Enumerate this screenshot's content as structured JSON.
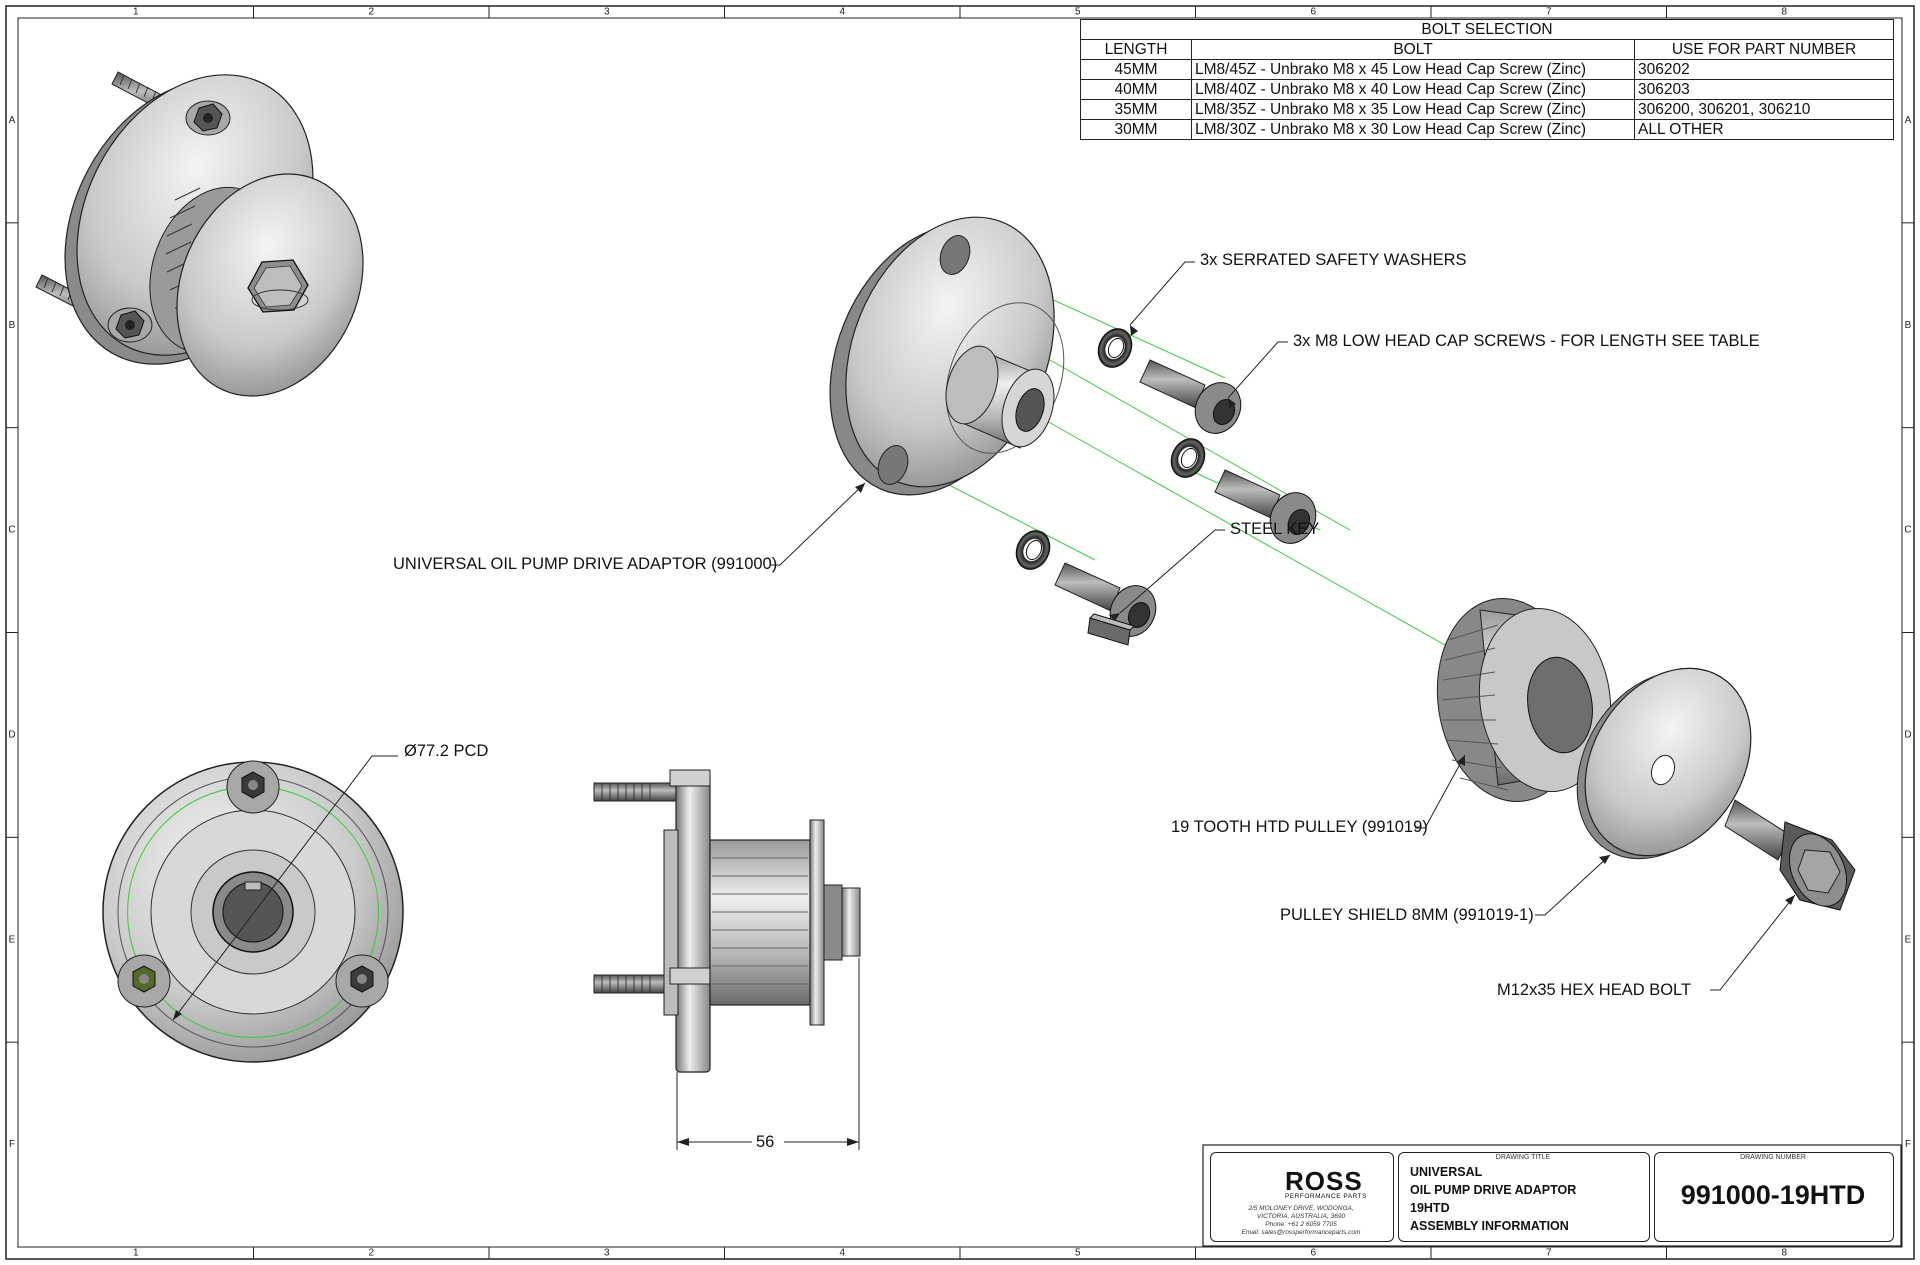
{
  "grid": {
    "columns": [
      "1",
      "2",
      "3",
      "4",
      "5",
      "6",
      "7",
      "8"
    ],
    "rows": [
      "A",
      "B",
      "C",
      "D",
      "E",
      "F"
    ]
  },
  "bolt_table": {
    "title": "BOLT SELECTION",
    "headers": [
      "LENGTH",
      "BOLT",
      "USE FOR PART NUMBER"
    ],
    "rows": [
      {
        "length": "45MM",
        "bolt": "LM8/45Z - Unbrako M8 x 45 Low Head Cap Screw (Zinc)",
        "part": "306202"
      },
      {
        "length": "40MM",
        "bolt": "LM8/40Z - Unbrako M8 x 40 Low Head Cap Screw (Zinc)",
        "part": "306203"
      },
      {
        "length": "35MM",
        "bolt": "LM8/35Z - Unbrako M8 x 35 Low Head Cap Screw (Zinc)",
        "part": "306200, 306201, 306210"
      },
      {
        "length": "30MM",
        "bolt": "LM8/30Z - Unbrako M8 x 30 Low Head Cap Screw (Zinc)",
        "part": "ALL OTHER"
      }
    ]
  },
  "callouts": {
    "washers": "3x SERRATED SAFETY WASHERS",
    "screws": "3x M8 LOW HEAD CAP SCREWS - FOR LENGTH SEE TABLE",
    "adaptor": "UNIVERSAL OIL PUMP DRIVE ADAPTOR (991000)",
    "key": "STEEL KEY",
    "pulley": "19 TOOTH HTD PULLEY (991019)",
    "shield": "PULLEY SHIELD 8MM (991019-1)",
    "hexbolt": "M12x35 HEX HEAD BOLT",
    "pcd": "Ø77.2 PCD",
    "dimension": "56"
  },
  "title_block": {
    "logo_text": "ROSS",
    "logo_sub": "PERFORMANCE PARTS",
    "address": [
      "2/5 MOLONEY DRIVE, WODONGA,",
      "VICTORIA, AUSTRALIA, 3690",
      "Phone: +61 2 6059 7705",
      "Email: sales@rossperformanceparts.com"
    ],
    "drawing_title_label": "DRAWING TITLE",
    "drawing_title": [
      "UNIVERSAL",
      "OIL PUMP DRIVE ADAPTOR",
      "19HTD",
      "ASSEMBLY INFORMATION"
    ],
    "drawing_number_label": "DRAWING NUMBER",
    "drawing_number": "991000-19HTD"
  },
  "colors": {
    "line": "#222222",
    "metal_light": "#e6e6e6",
    "metal_mid": "#b8b8b8",
    "metal_dark": "#707070",
    "green_axis": "#3dcc3d",
    "logo_red": "#d42027"
  }
}
